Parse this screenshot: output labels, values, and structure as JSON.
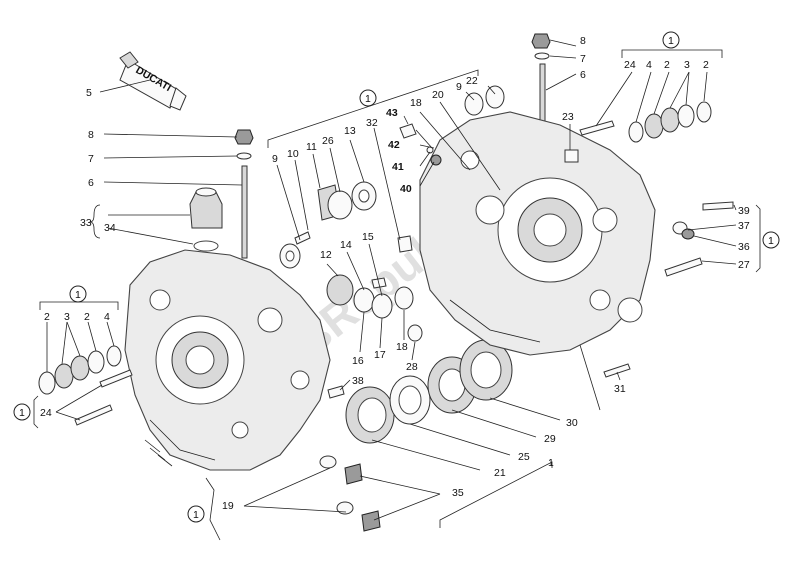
{
  "diagram": {
    "tube_text": "DUCATI",
    "watermark": "PartsRepublik",
    "kit_label": "1",
    "callouts": {
      "c1": "1",
      "c2": "2",
      "c3": "3",
      "c4": "4",
      "c5": "5",
      "c6": "6",
      "c7": "7",
      "c8": "8",
      "c9": "9",
      "c10": "10",
      "c11": "11",
      "c12": "12",
      "c13": "13",
      "c14": "14",
      "c15": "15",
      "c16": "16",
      "c17": "17",
      "c18": "18",
      "c19": "19",
      "c20": "20",
      "c21": "21",
      "c22": "22",
      "c23": "23",
      "c24": "24",
      "c25": "25",
      "c26": "26",
      "c27": "27",
      "c28": "28",
      "c29": "29",
      "c30": "30",
      "c31": "31",
      "c32": "32",
      "c33": "33",
      "c34": "34",
      "c35": "35",
      "c36": "36",
      "c37": "37",
      "c38": "38",
      "c39": "39",
      "c40": "40",
      "c41": "41",
      "c42": "42",
      "c43": "43"
    }
  }
}
